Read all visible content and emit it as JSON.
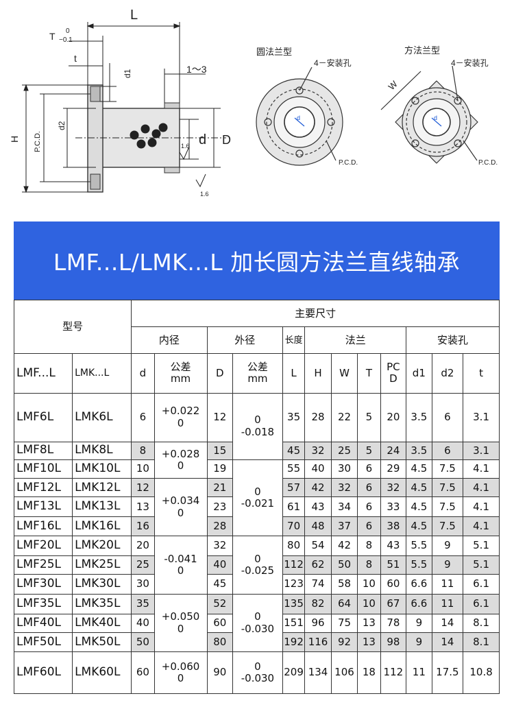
{
  "drawing": {
    "side_view": {
      "L": "L",
      "T_tol_label": "T",
      "T_tol_upper": "0",
      "T_tol_lower": "−0.1",
      "t": "t",
      "d1": "d1",
      "range": "1～3",
      "H": "H",
      "pcd": "P.C.D.",
      "d2": "d2",
      "d": "d",
      "D": "D",
      "rough1": "1.6",
      "rough2": "1.6"
    },
    "round_view": {
      "title": "圆法兰型",
      "holes": "4－安装孔",
      "pcd": "P.C.D.",
      "d": "d"
    },
    "square_view": {
      "title": "方法兰型",
      "holes": "4－安装孔",
      "pcd": "P.C.D.",
      "w": "W",
      "d": "d"
    }
  },
  "banner": {
    "title": "LMF...L/LMK...L 加长圆方法兰直线轴承"
  },
  "table": {
    "header": {
      "model": "型号",
      "main_dims": "主要尺寸",
      "inner": "内径",
      "outer": "外径",
      "length": "长度",
      "flange": "法兰",
      "mount": "安装孔",
      "col_lmf": "LMF...L",
      "col_lmk": "LMK...L",
      "col_d": "d",
      "col_tol_inner": "公差",
      "col_tol_inner_unit": "mm",
      "col_D": "D",
      "col_tol_outer": "公差",
      "col_tol_outer_unit": "mm",
      "col_L": "L",
      "col_H": "H",
      "col_W": "W",
      "col_T": "T",
      "col_pcd_1": "PC",
      "col_pcd_2": "D",
      "col_d1": "d1",
      "col_d2": "d2",
      "col_t": "t"
    },
    "rows": [
      {
        "lmf": "LMF6L",
        "lmk": "LMK6L",
        "d": "6",
        "D": "12",
        "L": "35",
        "H": "28",
        "W": "22",
        "T": "5",
        "PCD": "20",
        "d1": "3.5",
        "d2": "6",
        "t": "3.1"
      },
      {
        "lmf": "LMF8L",
        "lmk": "LMK8L",
        "d": "8",
        "D": "15",
        "L": "45",
        "H": "32",
        "W": "25",
        "T": "5",
        "PCD": "24",
        "d1": "3.5",
        "d2": "6",
        "t": "3.1"
      },
      {
        "lmf": "LMF10L",
        "lmk": "LMK10L",
        "d": "10",
        "D": "19",
        "L": "55",
        "H": "40",
        "W": "30",
        "T": "6",
        "PCD": "29",
        "d1": "4.5",
        "d2": "7.5",
        "t": "4.1"
      },
      {
        "lmf": "LMF12L",
        "lmk": "LMK12L",
        "d": "12",
        "D": "21",
        "L": "57",
        "H": "42",
        "W": "32",
        "T": "6",
        "PCD": "32",
        "d1": "4.5",
        "d2": "7.5",
        "t": "4.1"
      },
      {
        "lmf": "LMF13L",
        "lmk": "LMK13L",
        "d": "13",
        "D": "23",
        "L": "61",
        "H": "43",
        "W": "34",
        "T": "6",
        "PCD": "33",
        "d1": "4.5",
        "d2": "7.5",
        "t": "4.1"
      },
      {
        "lmf": "LMF16L",
        "lmk": "LMK16L",
        "d": "16",
        "D": "28",
        "L": "70",
        "H": "48",
        "W": "37",
        "T": "6",
        "PCD": "38",
        "d1": "4.5",
        "d2": "7.5",
        "t": "4.1"
      },
      {
        "lmf": "LMF20L",
        "lmk": "LMK20L",
        "d": "20",
        "D": "32",
        "L": "80",
        "H": "54",
        "W": "42",
        "T": "8",
        "PCD": "43",
        "d1": "5.5",
        "d2": "9",
        "t": "5.1"
      },
      {
        "lmf": "LMF25L",
        "lmk": "LMK25L",
        "d": "25",
        "D": "40",
        "L": "112",
        "H": "62",
        "W": "50",
        "T": "8",
        "PCD": "51",
        "d1": "5.5",
        "d2": "9",
        "t": "5.1"
      },
      {
        "lmf": "LMF30L",
        "lmk": "LMK30L",
        "d": "30",
        "D": "45",
        "L": "123",
        "H": "74",
        "W": "58",
        "T": "10",
        "PCD": "60",
        "d1": "6.6",
        "d2": "11",
        "t": "6.1"
      },
      {
        "lmf": "LMF35L",
        "lmk": "LMK35L",
        "d": "35",
        "D": "52",
        "L": "135",
        "H": "82",
        "W": "64",
        "T": "10",
        "PCD": "67",
        "d1": "6.6",
        "d2": "11",
        "t": "6.1"
      },
      {
        "lmf": "LMF40L",
        "lmk": "LMK40L",
        "d": "40",
        "D": "60",
        "L": "151",
        "H": "96",
        "W": "75",
        "T": "13",
        "PCD": "78",
        "d1": "9",
        "d2": "14",
        "t": "8.1"
      },
      {
        "lmf": "LMF50L",
        "lmk": "LMK50L",
        "d": "50",
        "D": "80",
        "L": "192",
        "H": "116",
        "W": "92",
        "T": "13",
        "PCD": "98",
        "d1": "9",
        "d2": "14",
        "t": "8.1"
      },
      {
        "lmf": "LMF60L",
        "lmk": "LMK60L",
        "d": "60",
        "D": "90",
        "L": "209",
        "H": "134",
        "W": "106",
        "T": "18",
        "PCD": "112",
        "d1": "11",
        "d2": "17.5",
        "t": "10.8"
      }
    ],
    "inner_tol": [
      {
        "upper": "+0.022",
        "lower": "0"
      },
      {
        "upper": "+0.028",
        "lower": "0"
      },
      {
        "upper": "+0.034",
        "lower": "0"
      },
      {
        "upper": "-0.041",
        "lower": "0"
      },
      {
        "upper": "+0.050",
        "lower": "0"
      },
      {
        "upper": "+0.060",
        "lower": "0"
      }
    ],
    "outer_tol": [
      {
        "upper": "0",
        "lower": "-0.018"
      },
      {
        "upper": "0",
        "lower": "-0.021"
      },
      {
        "upper": "0",
        "lower": "-0.025"
      },
      {
        "upper": "0",
        "lower": "-0.030"
      },
      {
        "upper": "0",
        "lower": "-0.030"
      }
    ]
  },
  "colors": {
    "banner": "#2f63e0",
    "shade": "#dcdcdc",
    "part": "#e8e8e8",
    "accent": "#1e5bd6"
  }
}
